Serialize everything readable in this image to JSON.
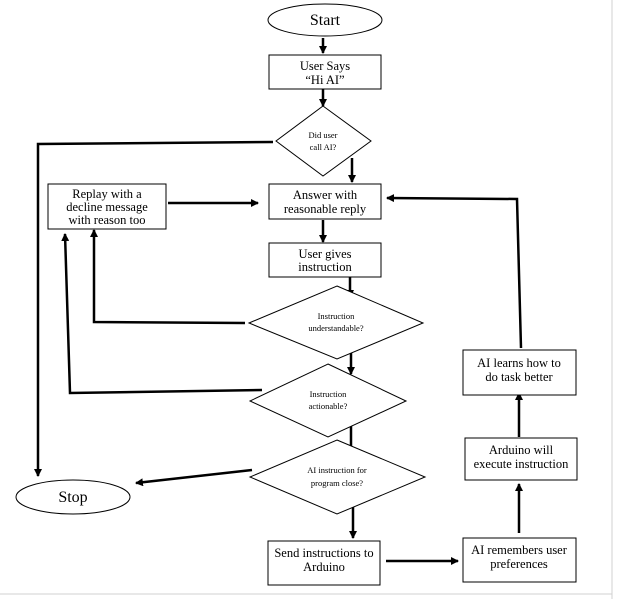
{
  "nodes": {
    "start": [
      "Start"
    ],
    "user_says": [
      "User Says",
      "“Hi AI”"
    ],
    "did_user_call": [
      "Did user",
      "call AI?"
    ],
    "answer": [
      "Answer with",
      "reasonable reply"
    ],
    "replay": [
      "Replay with a",
      "decline message",
      "with reason too"
    ],
    "user_gives": [
      "User gives",
      "instruction"
    ],
    "understandable": [
      "Instruction",
      "understandable?"
    ],
    "actionable": [
      "Instruction",
      "actionable?"
    ],
    "program_close": [
      "AI instruction for",
      "program close?"
    ],
    "stop": [
      "Stop"
    ],
    "send": [
      "Send instructions to",
      "Arduino"
    ],
    "remembers": [
      "AI remembers user",
      "preferences"
    ],
    "execute": [
      "Arduino will",
      "execute instruction"
    ],
    "learns": [
      "AI learns how to",
      "do task better"
    ]
  }
}
